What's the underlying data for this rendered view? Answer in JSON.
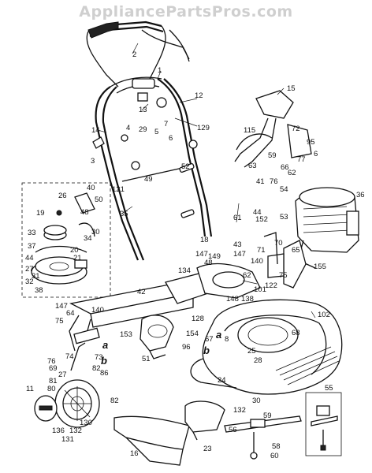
{
  "watermark": "AppliancePartsPros.com",
  "callouts": [
    "1",
    "2",
    "3",
    "4",
    "5",
    "6",
    "7",
    "8",
    "11",
    "12",
    "13",
    "14",
    "15",
    "16",
    "18",
    "19",
    "20",
    "21",
    "23",
    "24",
    "25",
    "26",
    "27",
    "28",
    "29",
    "30",
    "31",
    "32",
    "33",
    "34",
    "35",
    "36",
    "37",
    "38",
    "40",
    "41",
    "42",
    "43",
    "44",
    "48",
    "49",
    "50",
    "51",
    "52",
    "53",
    "54",
    "55",
    "56",
    "58",
    "59",
    "60",
    "61",
    "62",
    "63",
    "64",
    "65",
    "66",
    "67",
    "68",
    "69",
    "70",
    "71",
    "72",
    "73",
    "74",
    "75",
    "76",
    "77",
    "80",
    "81",
    "82",
    "86",
    "95",
    "96",
    "101",
    "102",
    "115",
    "121",
    "122",
    "128",
    "129",
    "130",
    "131",
    "132",
    "134",
    "136",
    "138",
    "140",
    "147",
    "148",
    "149",
    "152",
    "153",
    "154",
    "155"
  ],
  "letters": [
    "a",
    "b"
  ],
  "colors": {
    "line": "#111111",
    "watermark": "#cfcfcf",
    "background": "#ffffff"
  }
}
